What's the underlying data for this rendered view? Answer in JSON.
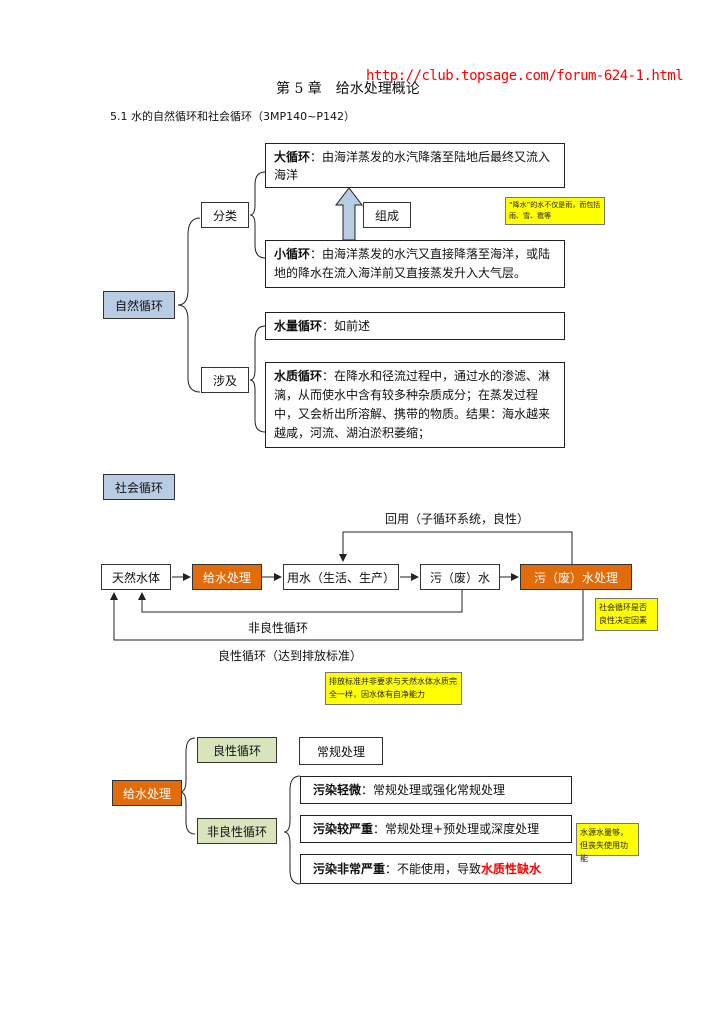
{
  "header": {
    "chapter_title": "第 5 章　给水处理概论",
    "url": "http://club.topsage.com/forum-624-1.html"
  },
  "section": {
    "title": "5.1 水的自然循环和社会循环（3MP140~P142）"
  },
  "natural": {
    "root": "自然循环",
    "class_label": "分类",
    "involve_label": "涉及",
    "compose_label": "组成",
    "big_title": "大循环",
    "big_text": "：由海洋蒸发的水汽降落至陆地后最终又流入海洋",
    "small_title": "小循环",
    "small_text": "：由海洋蒸发的水汽又直接降落至海洋，或陆地的降水在流入海洋前又直接蒸发升入大气层。",
    "qty_title": "水量循环",
    "qty_text": "：如前述",
    "qual_title": "水质循环",
    "qual_text": "：在降水和径流过程中，通过水的渗滤、淋漓，从而使水中含有较多种杂质成分；在蒸发过程中，又会析出所溶解、携带的物质。结果：海水越来越咸，河流、湖泊淤积萎缩；",
    "note": "“降水”的水不仅是雨，而包括雨、雪、雹等"
  },
  "social": {
    "root": "社会循环",
    "reuse_label": "回用（子循环系统，良性）",
    "n1": "天然水体",
    "n2": "给水处理",
    "n3": "用水（生活、生产）",
    "n4": "污（废）水",
    "n5": "污（废）水处理",
    "bad_cycle": "非良性循环",
    "good_cycle": "良性循环（达到排放标准）",
    "note_right": "社会循环是否良性决定因素",
    "note_bottom": "排放标准并非要求与天然水体水质完全一样，因水体有自净能力"
  },
  "treatment": {
    "root": "给水处理",
    "good": "良性循环",
    "bad": "非良性循环",
    "routine": "常规处理",
    "light_title": "污染轻微",
    "light_text": "：常规处理或强化常规处理",
    "heavy_title": "污染较严重",
    "heavy_text": "：常规处理+预处理或深度处理",
    "severe_title": "污染非常严重",
    "severe_text": "：不能使用，导致",
    "severe_red": "水质性缺水",
    "note": "水源水量够，但丧失使用功能"
  },
  "colors": {
    "blue": "#b8cce4",
    "orange": "#e36c0a",
    "green": "#d7e4bc",
    "note": "#ffff00",
    "red": "#ff0000"
  }
}
